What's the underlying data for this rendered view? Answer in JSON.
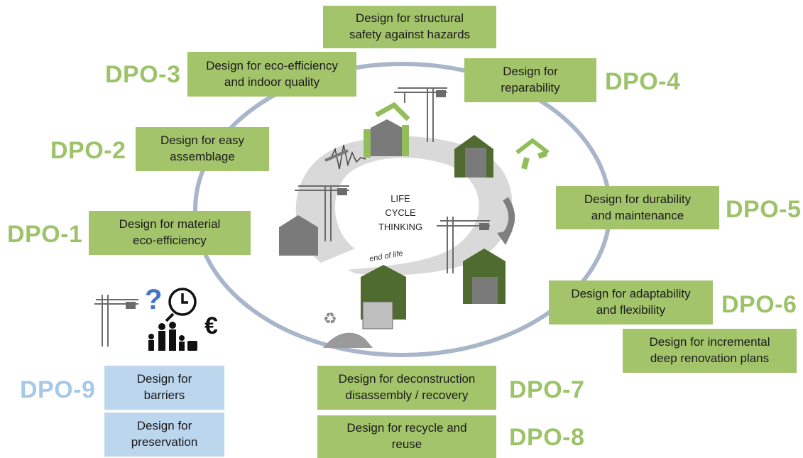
{
  "center": {
    "text": "LIFE\nCYCLE\nTHINKING",
    "end_label": "end of life"
  },
  "colors": {
    "green_box": "#a3c46b",
    "blue_box": "#bcd6ee",
    "green_label": "#9dc36a",
    "blue_label": "#a6c9ea",
    "dark_green": "#4f6b2f",
    "grey_ring": "#a9b6c9",
    "light_grey": "#d9d9d9"
  },
  "objectives": [
    {
      "id": "DPO-1",
      "text": "Design for material\neco-efficiency"
    },
    {
      "id": "DPO-2",
      "text": "Design for easy\nassemblage"
    },
    {
      "id": "DPO-3",
      "text": "Design for eco-efficiency\nand indoor quality"
    },
    {
      "id": "",
      "text": "Design for structural\nsafety against hazards"
    },
    {
      "id": "DPO-4",
      "text": "Design for\nreparability"
    },
    {
      "id": "DPO-5",
      "text": "Design for durability\nand maintenance"
    },
    {
      "id": "DPO-6",
      "text": "Design for adaptability\nand flexibility"
    },
    {
      "id": "",
      "text": "Design for incremental\ndeep renovation plans"
    },
    {
      "id": "DPO-7",
      "text": "Design for deconstruction\ndisassembly / recovery"
    },
    {
      "id": "DPO-8",
      "text": "Design for recycle and\nreuse"
    },
    {
      "id": "DPO-9",
      "text": "Design for\nbarriers"
    },
    {
      "id": "",
      "text": "Design for\npreservation"
    }
  ],
  "icons": [
    "crane-icon",
    "building-icon",
    "seismic-icon",
    "recycle-icon",
    "clock-icon",
    "question-icon",
    "family-icon",
    "euro-icon"
  ],
  "barrier_symbols": {
    "question": "?",
    "euro": "€"
  }
}
